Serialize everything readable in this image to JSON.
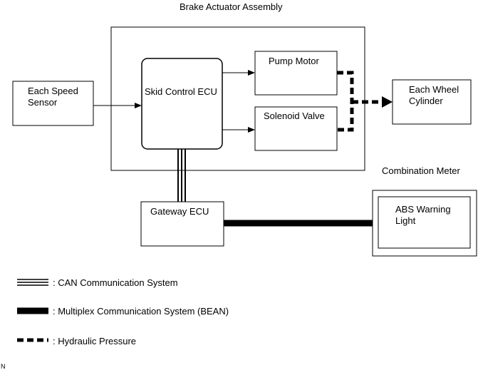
{
  "title": "Brake Actuator Assembly",
  "blocks": {
    "speed_sensor": "Each Speed\nSensor",
    "skid_ecu": "Skid Control ECU",
    "pump_motor": "Pump Motor",
    "solenoid_valve": "Solenoid Valve",
    "wheel_cylinder": "Each Wheel\nCylinder",
    "gateway_ecu": "Gateway ECU",
    "combination_meter": "Combination Meter",
    "abs_light": "ABS Warning\nLight"
  },
  "legend": [
    {
      "label": ": CAN Communication System",
      "style": "triple-line"
    },
    {
      "label": ": Multiplex Communication System (BEAN)",
      "style": "thick-line"
    },
    {
      "label": ": Hydraulic Pressure",
      "style": "dashed-line"
    }
  ],
  "footnote": "N",
  "colors": {
    "line": "#000000",
    "background": "#ffffff"
  }
}
